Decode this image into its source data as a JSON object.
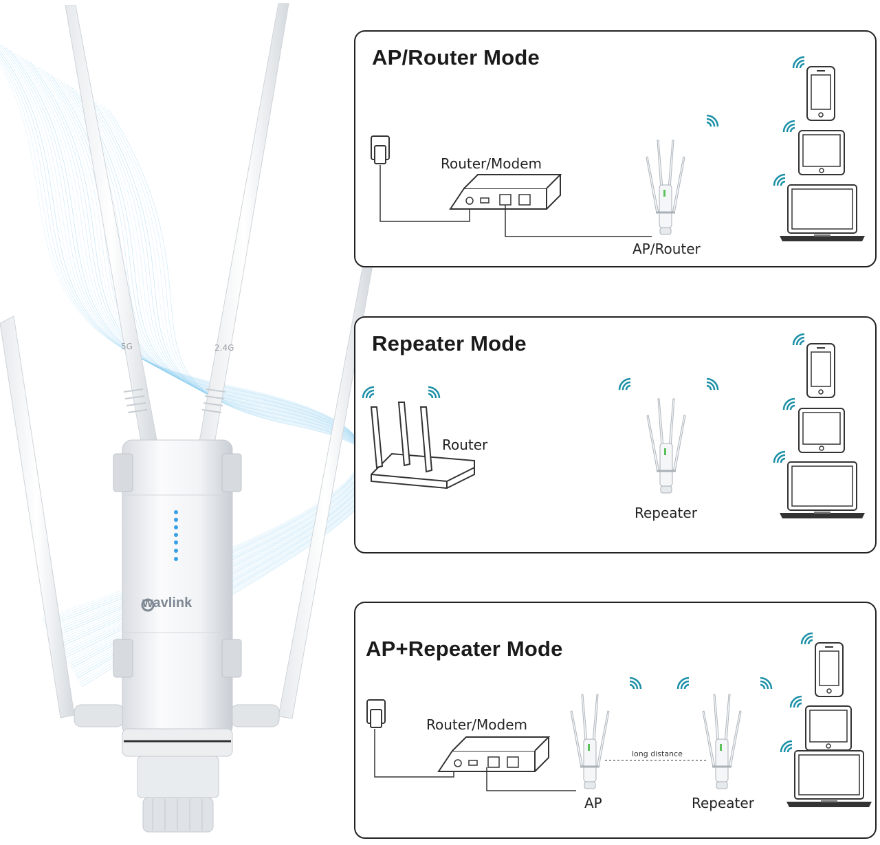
{
  "brand": "wavlink",
  "antenna_labels": {
    "left": "5G",
    "right": "2.4G"
  },
  "panels": [
    {
      "title": "AP/Router Mode",
      "labels": {
        "modem": "Router/Modem",
        "device": "AP/Router"
      }
    },
    {
      "title": "Repeater Mode",
      "labels": {
        "router": "Router",
        "device": "Repeater"
      }
    },
    {
      "title": "AP+Repeater Mode",
      "labels": {
        "modem": "Router/Modem",
        "ap": "AP",
        "repeater": "Repeater",
        "link": "long distance"
      }
    }
  ],
  "colors": {
    "wifi": "#1b8fa6",
    "led": "#3aa0e6",
    "border": "#222222",
    "swirl": "#7fc7ef"
  }
}
